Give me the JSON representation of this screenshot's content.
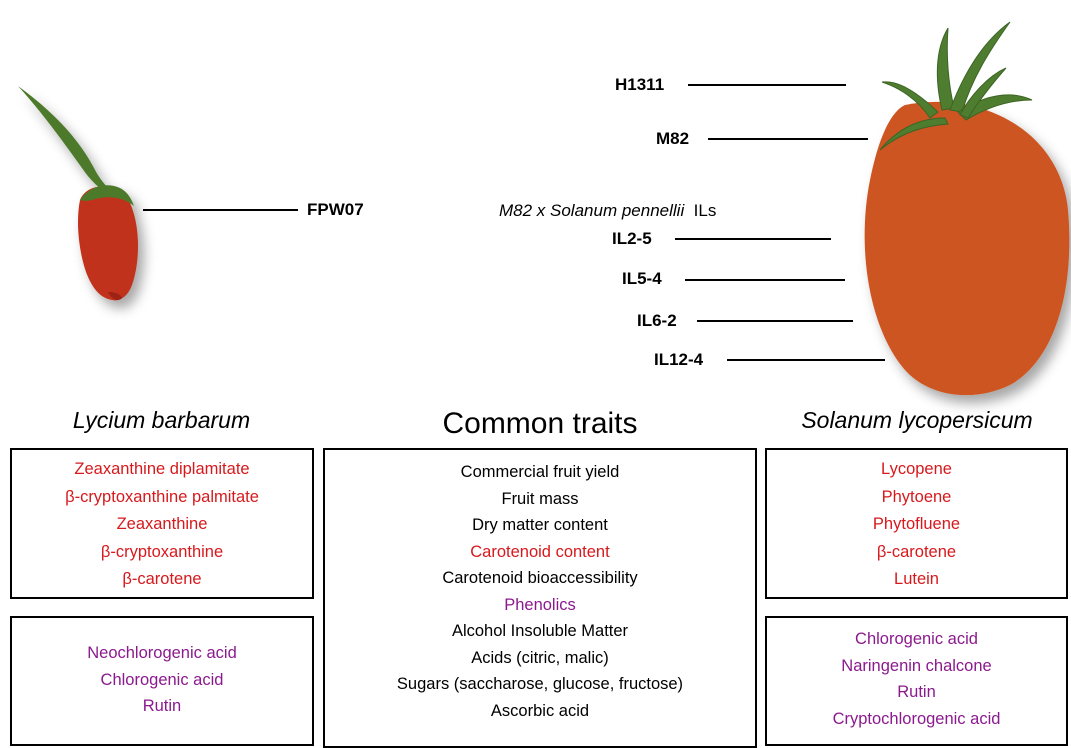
{
  "labels": {
    "fpw07": "FPW07",
    "h1311": "H1311",
    "m82": "M82",
    "ils_caption_italic": "M82 x Solanum pennellii",
    "ils_caption_plain": "ILs",
    "il2_5": "IL2-5",
    "il5_4": "IL5-4",
    "il6_2": "IL6-2",
    "il12_4": "IL12-4"
  },
  "headings": {
    "left": "Lycium barbarum",
    "center": "Common traits",
    "right": "Solanum lycopersicum"
  },
  "boxes": {
    "left_carotenoids": [
      {
        "text": "Zeaxanthine diplamitate",
        "color": "red"
      },
      {
        "text": "β-cryptoxanthine palmitate",
        "color": "red"
      },
      {
        "text": "Zeaxanthine",
        "color": "red"
      },
      {
        "text": "β-cryptoxanthine",
        "color": "red"
      },
      {
        "text": "β-carotene",
        "color": "red"
      }
    ],
    "left_phenolics": [
      {
        "text": "Neochlorogenic acid",
        "color": "purple"
      },
      {
        "text": "Chlorogenic acid",
        "color": "purple"
      },
      {
        "text": "Rutin",
        "color": "purple"
      }
    ],
    "center_traits": [
      {
        "text": "Commercial fruit yield",
        "color": "black"
      },
      {
        "text": "Fruit mass",
        "color": "black"
      },
      {
        "text": "Dry matter content",
        "color": "black"
      },
      {
        "text": "Carotenoid content",
        "color": "red"
      },
      {
        "text": "Carotenoid bioaccessibility",
        "color": "black"
      },
      {
        "text": "Phenolics",
        "color": "purple"
      },
      {
        "text": "Alcohol Insoluble Matter",
        "color": "black"
      },
      {
        "text": "Acids (citric, malic)",
        "color": "black"
      },
      {
        "text": "Sugars (saccharose, glucose, fructose)",
        "color": "black"
      },
      {
        "text": "Ascorbic acid",
        "color": "black"
      }
    ],
    "right_carotenoids": [
      {
        "text": "Lycopene",
        "color": "red"
      },
      {
        "text": "Phytoene",
        "color": "red"
      },
      {
        "text": "Phytofluene",
        "color": "red"
      },
      {
        "text": "β-carotene",
        "color": "red"
      },
      {
        "text": "Lutein",
        "color": "red"
      }
    ],
    "right_phenolics": [
      {
        "text": "Chlorogenic acid",
        "color": "purple"
      },
      {
        "text": "Naringenin chalcone",
        "color": "purple"
      },
      {
        "text": "Rutin",
        "color": "purple"
      },
      {
        "text": "Cryptochlorogenic acid",
        "color": "purple"
      }
    ]
  },
  "colors": {
    "red_text": "#d7191c",
    "purple_text": "#8b1a8e",
    "goji_fruit": "#c0301a",
    "goji_stem": "#4e7a2c",
    "tomato_fruit": "#cc5522",
    "tomato_sepal": "#4f7d30"
  },
  "icons": {
    "goji": "goji-berry-illustration",
    "tomato": "tomato-illustration"
  }
}
